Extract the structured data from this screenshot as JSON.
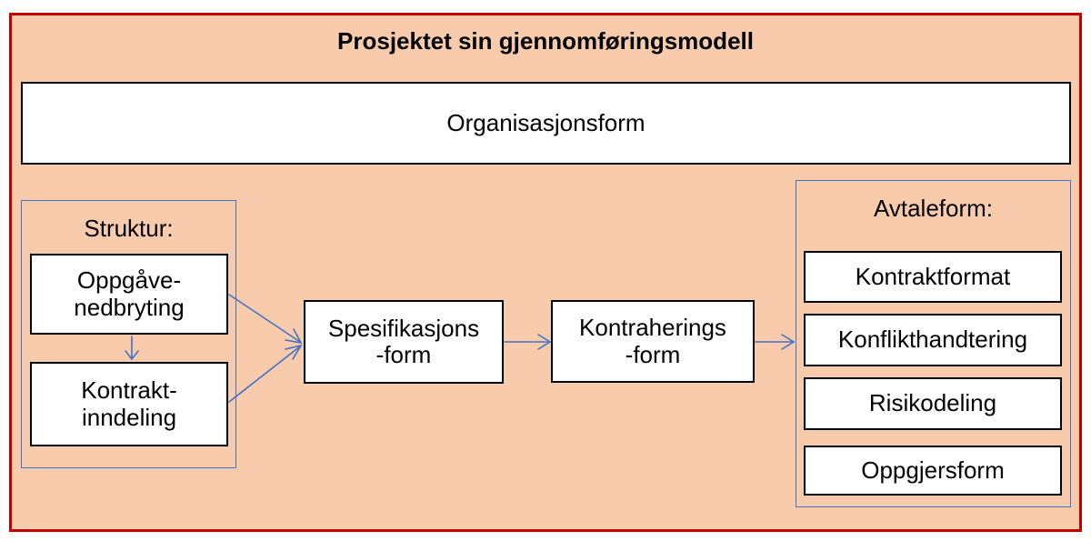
{
  "title": "Prosjektet sin gjennomføringsmodell",
  "organisation": "Organisasjonsform",
  "struktur": {
    "label": "Struktur:",
    "items": [
      "Oppgåve-\nnedbryting",
      "Kontrakt-\ninndeling"
    ]
  },
  "spesifikasjon": "Spesifikasjons\n-form",
  "kontrahering": "Kontraherings\n-form",
  "avtale": {
    "label": "Avtaleform:",
    "items": [
      "Kontraktformat",
      "Konflikthandtering",
      "Risikodeling",
      "Oppgjersform"
    ]
  },
  "colors": {
    "background": "#f8cbad",
    "border": "#c00000",
    "arrow": "#4472c4"
  }
}
